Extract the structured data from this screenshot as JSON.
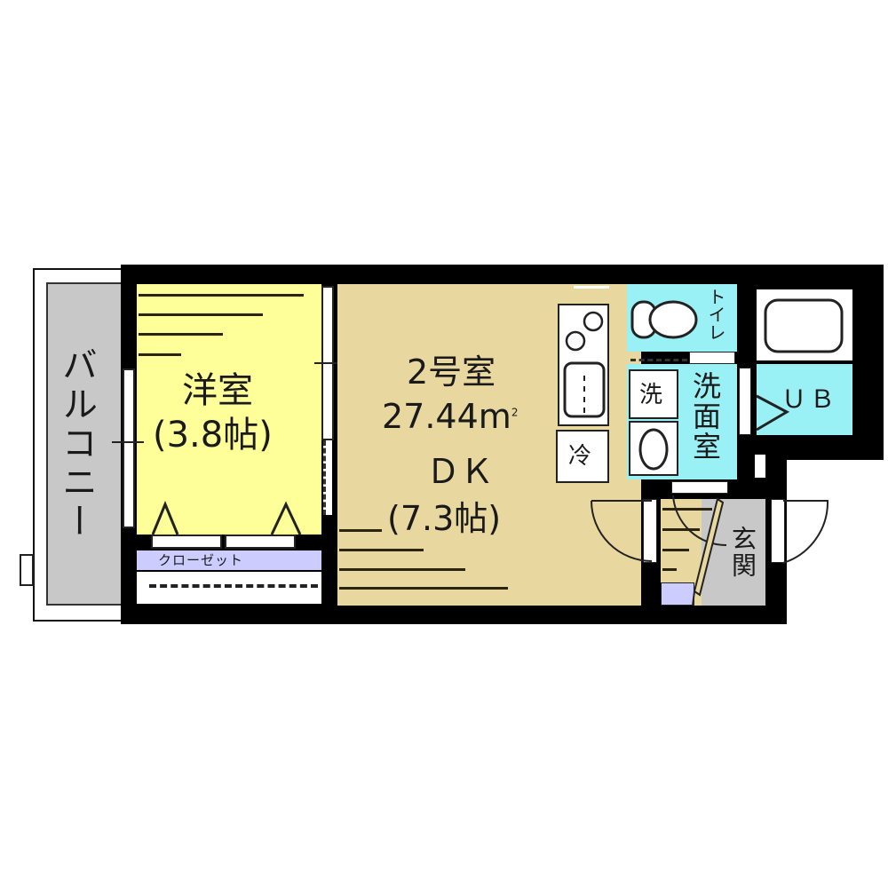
{
  "plan": {
    "unit_name": "2号室",
    "area": "27.44㎡",
    "colors": {
      "wall": "#000000",
      "western_room": "#FFFF99",
      "dk": "#E8D79E",
      "wet_area": "#99F0F5",
      "balcony": "#C8C8C8",
      "closet": "#CCCCFF",
      "entrance": "#C8C8C8"
    }
  },
  "rooms": {
    "balcony": {
      "label": "バルコニー"
    },
    "western": {
      "label": "洋室",
      "size": "(3.8帖)"
    },
    "closet": {
      "label": "クローゼット"
    },
    "dk": {
      "unit": "2号室",
      "area": "27.44m",
      "area_sup": "2",
      "label": "ＤＫ",
      "size": "(7.3帖)"
    },
    "fridge": {
      "label": "冷"
    },
    "toilet": {
      "label": "トイレ"
    },
    "washer": {
      "label": "洗"
    },
    "washroom": {
      "label": "洗面室"
    },
    "bath": {
      "label": "ＵＢ"
    },
    "entrance": {
      "label": "玄関"
    }
  }
}
